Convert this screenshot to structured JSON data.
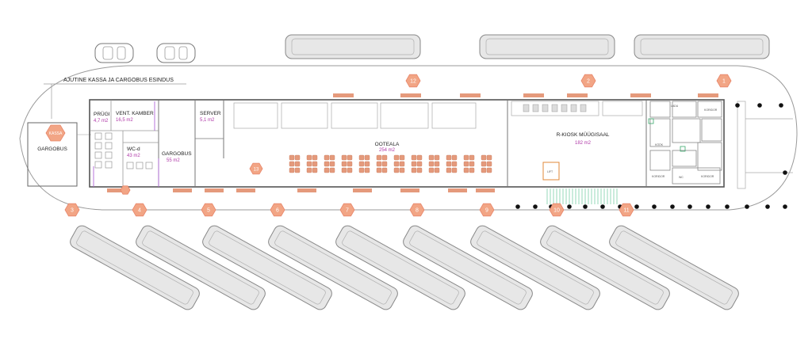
{
  "header": {
    "title": "AJUTINE KASSA JA CARGOBUS ESINDUS"
  },
  "kassa_label": "KASSA",
  "rooms": [
    {
      "name": "GARGOBUS",
      "area": ""
    },
    {
      "name": "PRÜGI",
      "area": "4,7 m2"
    },
    {
      "name": "VENT. KAMBER",
      "area": "16,5 m2"
    },
    {
      "name": "WC-d",
      "area": "43 m2"
    },
    {
      "name": "GARGOBUS",
      "area": "55 m2"
    },
    {
      "name": "SERVER",
      "area": "5,1 m2"
    },
    {
      "name": "OOTEALA",
      "area": "254 m2"
    },
    {
      "name": "R-KIOSK MÜÜGISAAL",
      "area": "182 m2"
    }
  ],
  "platforms_top": [
    "1",
    "2",
    "12"
  ],
  "platforms_bottom": [
    "3",
    "4",
    "5",
    "6",
    "7",
    "8",
    "9",
    "10",
    "11"
  ],
  "extra_marker": "13",
  "small_labels": [
    "LADU",
    "KORIDOR",
    "KORIDOR",
    "KORIDOR",
    "KÖÖK",
    "WC",
    "LIFT"
  ],
  "colors": {
    "marker": "#f2a585",
    "marker_border": "#e8866a",
    "area_text": "#b03aa8",
    "bench": "#e59a7c",
    "line": "#8c8c8c",
    "stair": "#4fbf8a"
  }
}
